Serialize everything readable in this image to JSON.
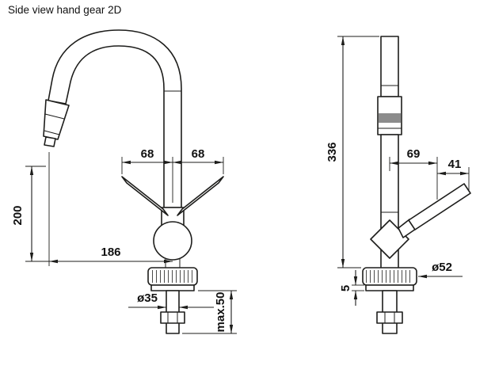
{
  "title": "Side view hand gear 2D",
  "colors": {
    "line": "#1d1d1b",
    "spray_band": "#8c8c8c",
    "background": "#ffffff"
  },
  "left_view": {
    "dimensions": {
      "lever_left": "68",
      "lever_right": "68",
      "outlet_height": "200",
      "spout_reach": "186",
      "shank_diameter": "ø35",
      "max_mounting_thickness": "max.50"
    }
  },
  "right_view": {
    "dimensions": {
      "total_height": "336",
      "lever_offset": "69",
      "lever_overhang": "41",
      "base_diameter": "ø52",
      "plate_thickness": "5"
    }
  }
}
